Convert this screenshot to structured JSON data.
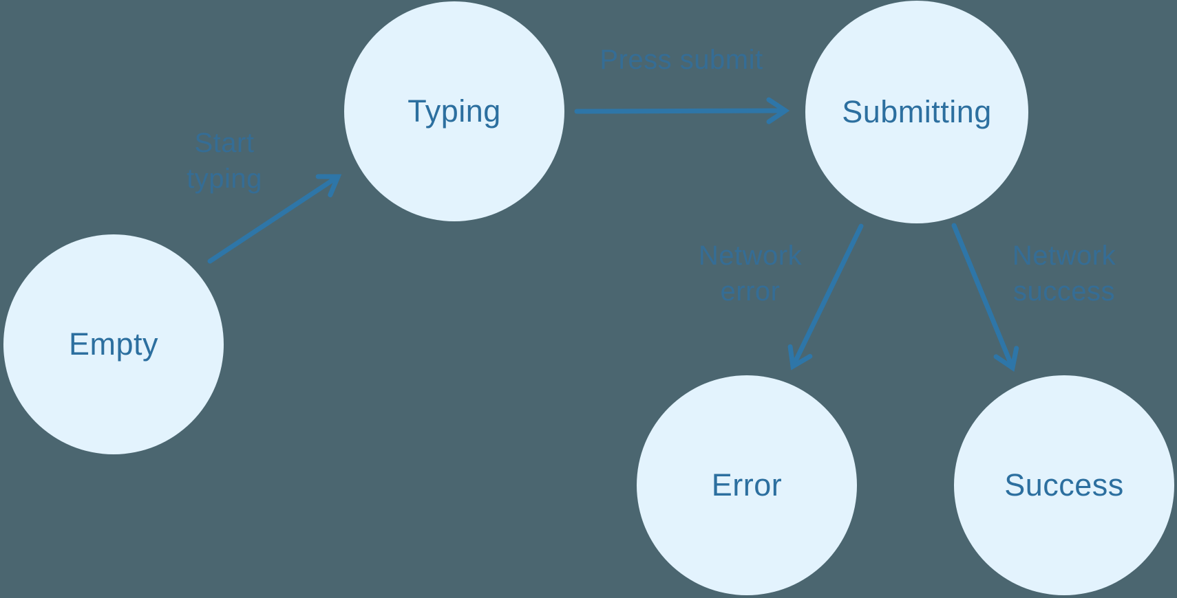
{
  "diagram": {
    "type": "state-machine",
    "nodes": [
      {
        "id": "empty",
        "label": "Empty"
      },
      {
        "id": "typing",
        "label": "Typing"
      },
      {
        "id": "submitting",
        "label": "Submitting"
      },
      {
        "id": "error",
        "label": "Error"
      },
      {
        "id": "success",
        "label": "Success"
      }
    ],
    "edges": [
      {
        "from": "empty",
        "to": "typing",
        "label": "Start\ntyping"
      },
      {
        "from": "typing",
        "to": "submitting",
        "label": "Press submit"
      },
      {
        "from": "submitting",
        "to": "error",
        "label": "Network\nerror"
      },
      {
        "from": "submitting",
        "to": "success",
        "label": "Network\nsuccess"
      }
    ],
    "colors": {
      "background": "#4b6670",
      "node_fill": "#e3f3fd",
      "node_text": "#2c6f9f",
      "arrow": "#2e76a8",
      "edge_label_text": "#356d95"
    }
  }
}
